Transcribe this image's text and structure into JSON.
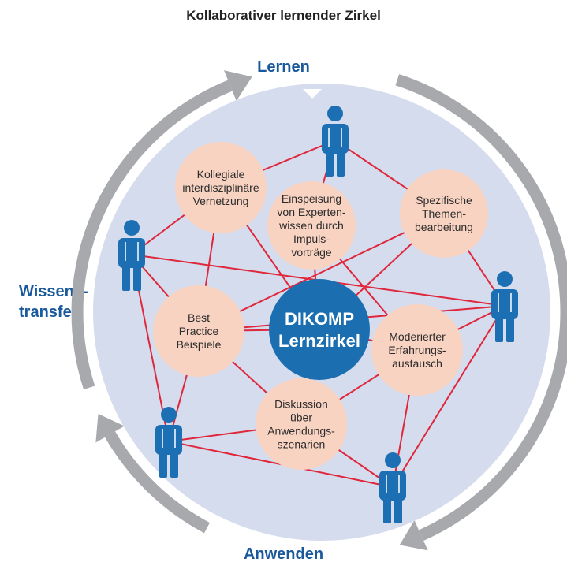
{
  "title": "Kollaborativer lernender Zirkel",
  "phases": {
    "top": "Lernen",
    "left_line1": "Wissens-",
    "left_line2": "transfer",
    "bottom": "Anwenden"
  },
  "center": {
    "line1": "DIKOMP",
    "line2": "Lernzirkel"
  },
  "topics": [
    {
      "id": "kollegiale",
      "lines": [
        "Kollegiale",
        "interdisziplinäre",
        "Vernetzung"
      ]
    },
    {
      "id": "einspeisung",
      "lines": [
        "Einspeisung",
        "von Experten-",
        "wissen durch",
        "Impuls-",
        "vorträge"
      ]
    },
    {
      "id": "spezifische",
      "lines": [
        "Spezifische",
        "Themen-",
        "bearbeitung"
      ]
    },
    {
      "id": "best",
      "lines": [
        "Best",
        "Practice",
        "Beispiele"
      ]
    },
    {
      "id": "moderierter",
      "lines": [
        "Moderierter",
        "Erfahrungs-",
        "austausch"
      ]
    },
    {
      "id": "diskussion",
      "lines": [
        "Diskussion",
        "über",
        "Anwendungs-",
        "szenarien"
      ]
    }
  ],
  "persons": [
    "p-top",
    "p-left",
    "p-right",
    "p-lower-left",
    "p-bottom"
  ],
  "colors": {
    "background_circle": "#d5dcee",
    "topic_circle": "#f9d3c2",
    "center_circle": "#1b6fb0",
    "person": "#1d6fb4",
    "edge": "#e0263a",
    "arrow": "#a7a9ac",
    "phase_text": "#1a5a9c"
  }
}
